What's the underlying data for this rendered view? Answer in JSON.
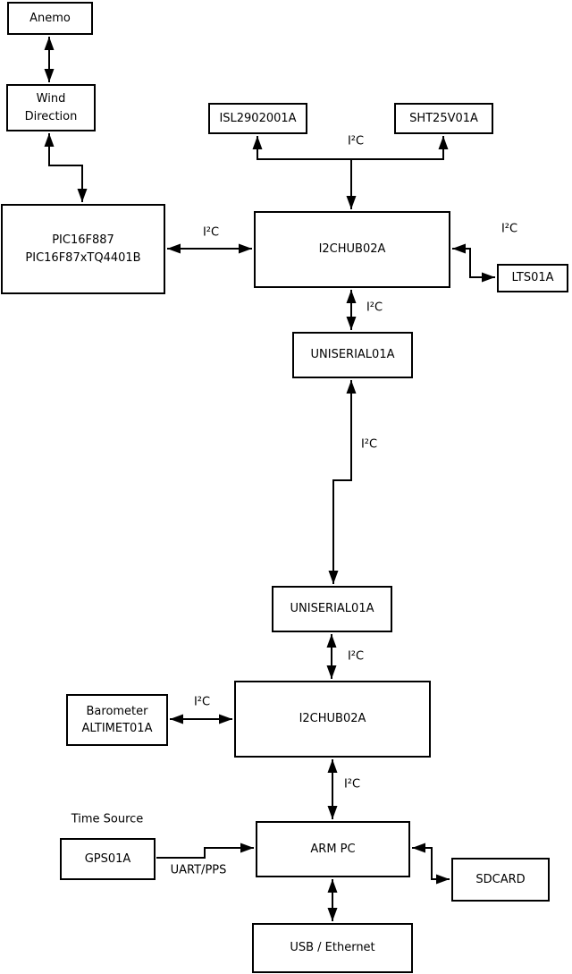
{
  "nodes": {
    "anemo": {
      "label": "Anemo"
    },
    "wind": {
      "line1": "Wind",
      "line2": "Direction"
    },
    "pic": {
      "line1": "PIC16F887",
      "line2": "PIC16F87xTQ4401B"
    },
    "isl": {
      "label": "ISL2902001A"
    },
    "sht": {
      "label": "SHT25V01A"
    },
    "hub_top": {
      "label": "I2CHUB02A"
    },
    "lts": {
      "label": "LTS01A"
    },
    "uniserial_top": {
      "label": "UNISERIAL01A"
    },
    "uniserial_bottom": {
      "label": "UNISERIAL01A"
    },
    "hub_bottom": {
      "label": "I2CHUB02A"
    },
    "barometer": {
      "line1": "Barometer",
      "line2": "ALTIMET01A"
    },
    "arm_pc": {
      "label": "ARM PC"
    },
    "gps": {
      "label": "GPS01A"
    },
    "sdcard": {
      "label": "SDCARD"
    },
    "usb_ethernet": {
      "label": "USB / Ethernet"
    }
  },
  "wire_labels": {
    "i2c_isl_sht": "I²C",
    "i2c_pic_hub": "I²C",
    "i2c_hub_lts": "I²C",
    "i2c_hub_uniserial": "I²C",
    "i2c_long_link": "I²C",
    "i2c_uniserial_hub2": "I²C",
    "i2c_baro_hub2": "I²C",
    "i2c_hub2_arm": "I²C",
    "time_source": "Time Source",
    "uart_pps": "UART/PPS"
  },
  "colors": {
    "background": "#ffffff",
    "box_fill": "#ffffff",
    "box_border": "#000000",
    "line": "#000000",
    "text": "#000000"
  }
}
